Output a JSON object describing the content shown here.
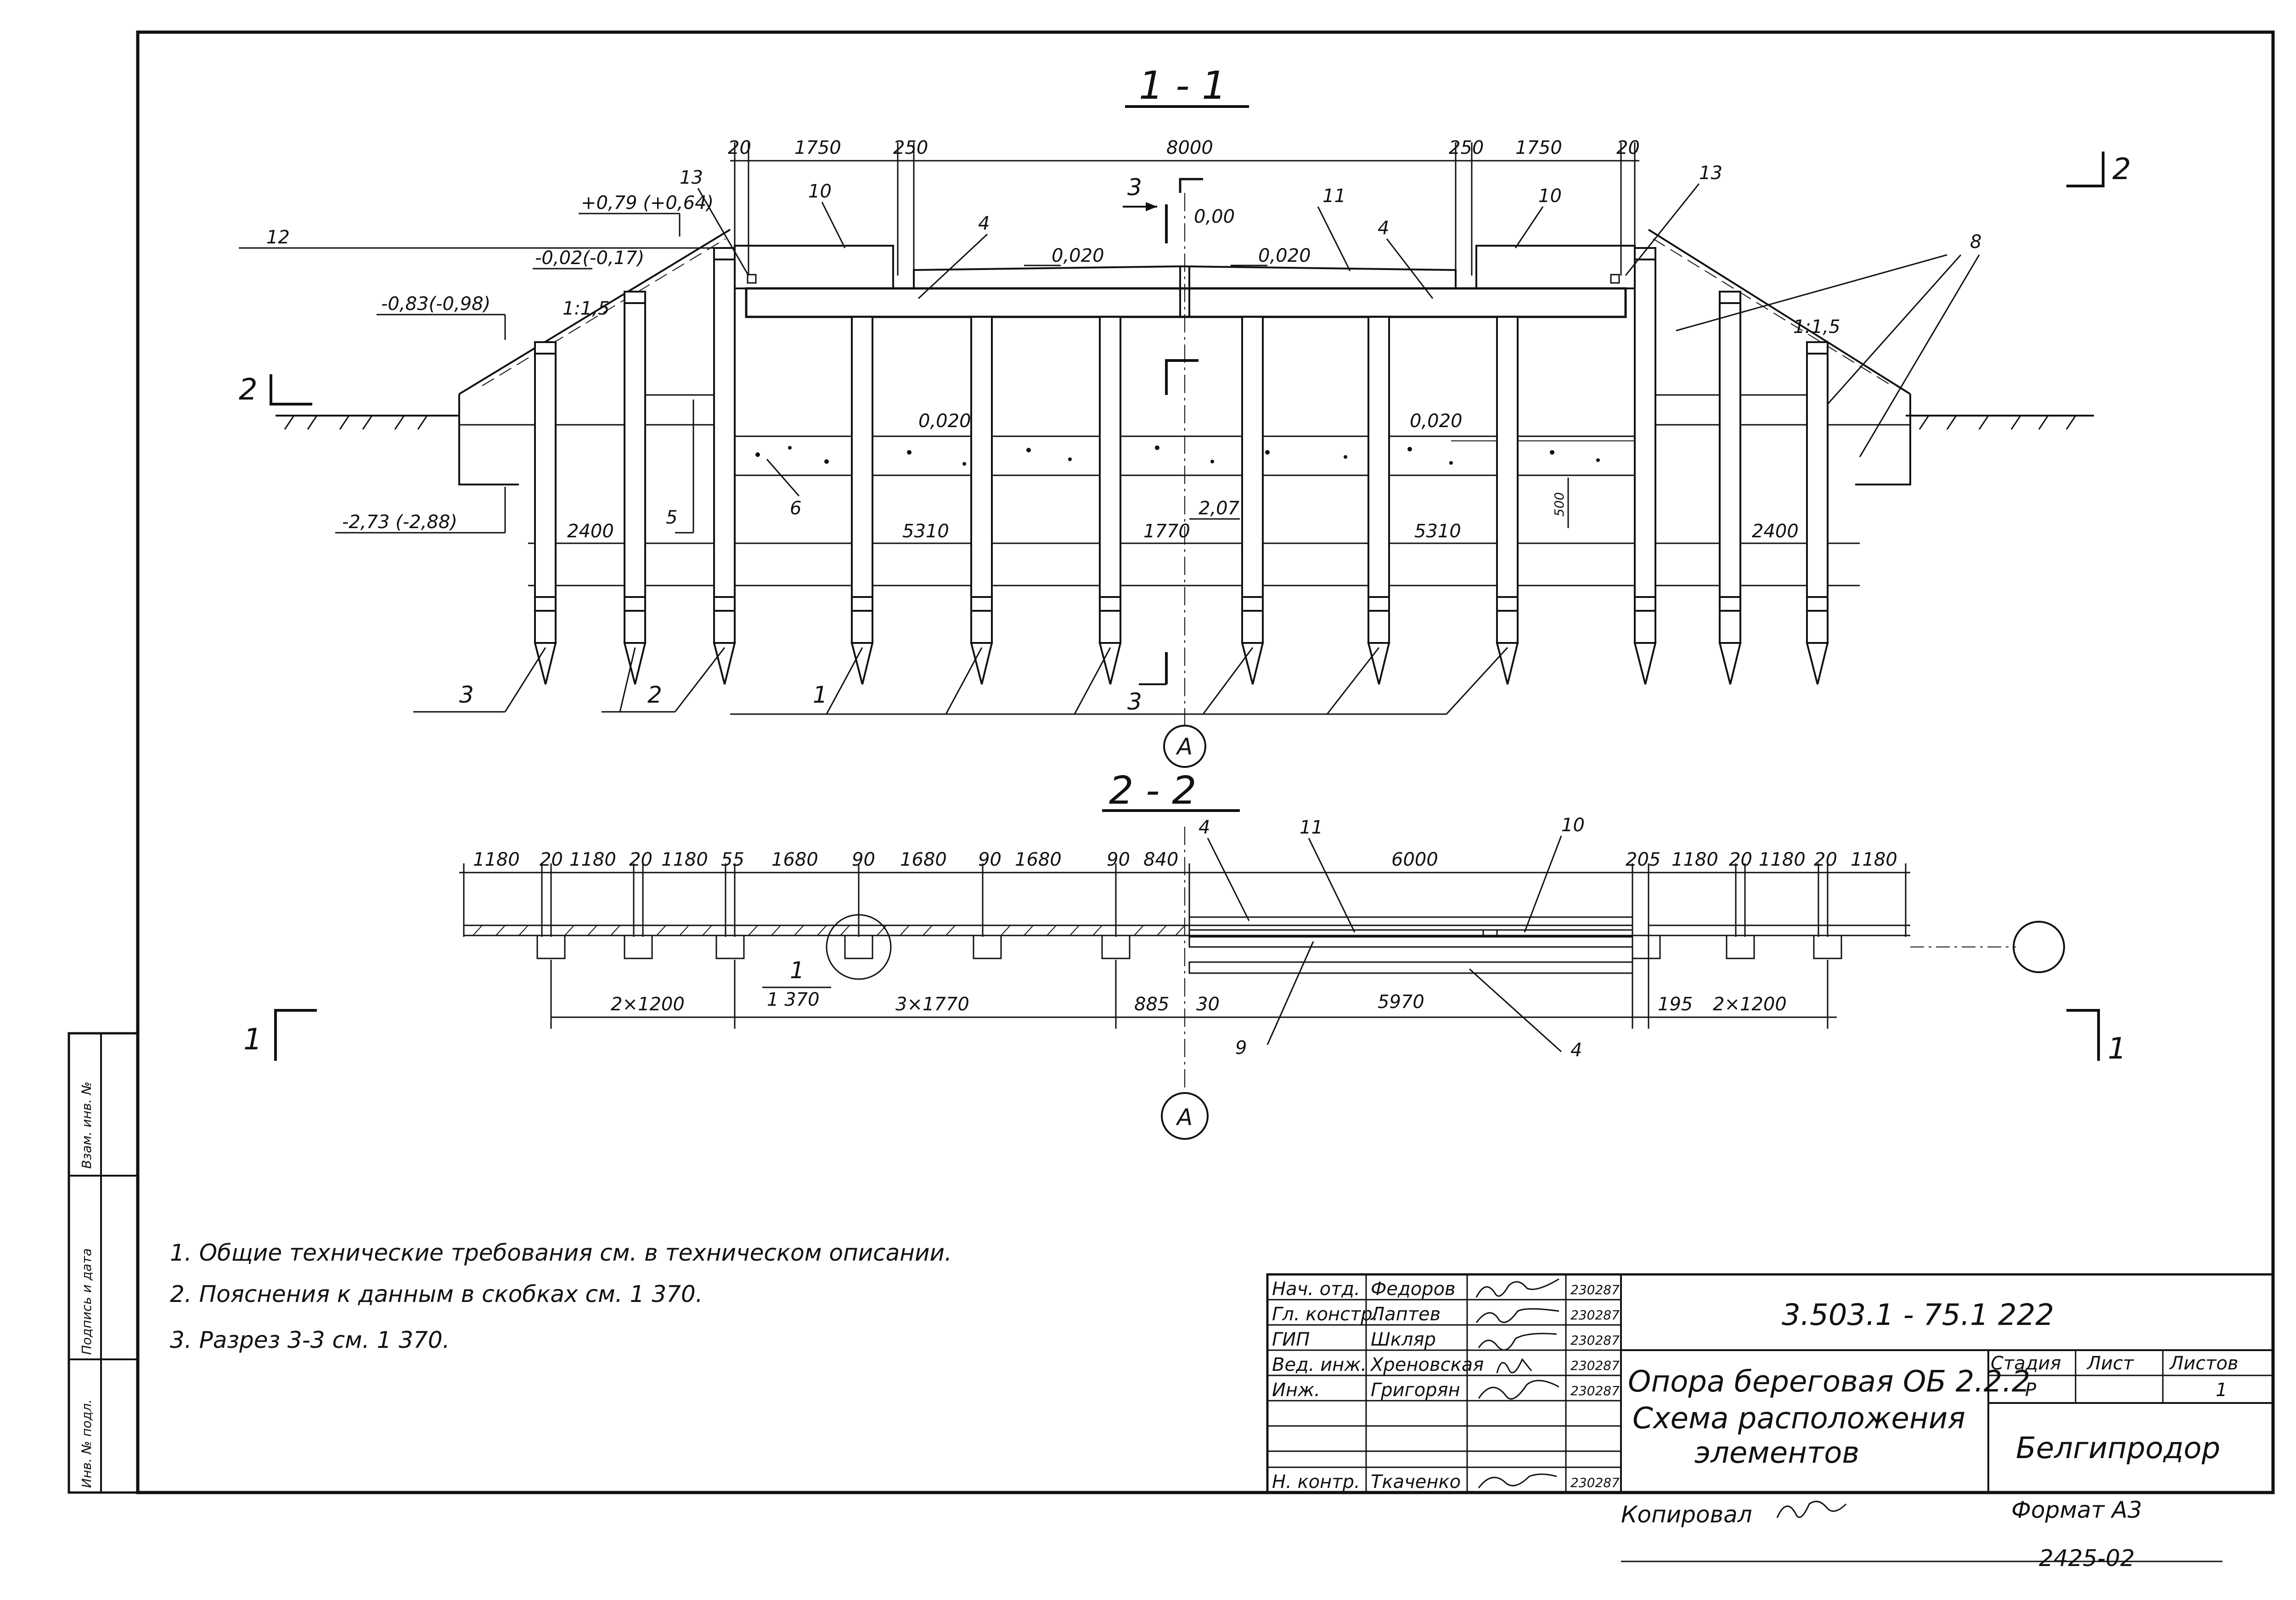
{
  "section_1": {
    "title": "1 - 1",
    "top_dims": [
      "20",
      "1750",
      "250",
      "8000",
      "250",
      "1750",
      "20"
    ],
    "elev_079": "+0,79 (+0,64)",
    "elev_002": "-0,02(-0,17)",
    "elev_083": "-0,83(-0,98)",
    "elev_273": "-2,73 (-2,88)",
    "elev_000": "0,00",
    "elev_207": "2,07",
    "slope_left": "1:1,5",
    "slope_right": "1:1,5",
    "slope_020": "0,020",
    "span_dims": [
      "2400",
      "5310",
      "1770",
      "5310",
      "2400"
    ],
    "dim_500": "500",
    "section_2_marker": "2",
    "section_3_marker": "3",
    "labels_upper": [
      "13",
      "10",
      "4",
      "11",
      "4",
      "10",
      "13",
      "12",
      "8"
    ],
    "labels_mid": [
      "5",
      "6"
    ],
    "labels_lower": [
      "3",
      "2",
      "1"
    ]
  },
  "section_2": {
    "title": "2 - 2",
    "top_dims": [
      "1180",
      "20",
      "1180",
      "20",
      "1180",
      "55",
      "1680",
      "90",
      "1680",
      "90",
      "1680",
      "90",
      "840",
      "6000",
      "205",
      "1180",
      "20",
      "1180",
      "20",
      "1180"
    ],
    "bottom_dims": [
      "2×1200",
      "3×1770",
      "885",
      "30",
      "5970",
      "195",
      "2×1200"
    ],
    "callout_1": "1",
    "callout_ref": "1 370",
    "labels": [
      "4",
      "11",
      "10",
      "9",
      "4"
    ],
    "section_1_marker": "1",
    "axis_label": "A"
  },
  "notes": [
    "1. Общие технические требования см. в техническом описании.",
    "2. Пояснения к данным в скобках см. 1 370.",
    "3. Разрез 3-3 см. 1 370."
  ],
  "side_strip": [
    "Инв. № подл.",
    "Подпись и дата",
    "Взам. инв. №"
  ],
  "title_block": {
    "doc_code": "3.503.1 - 75.1  222",
    "roles": [
      "Нач. отд.",
      "Гл. констр.",
      "ГИП",
      "Вед. инж.",
      "Инж.",
      "",
      "",
      "Н. контр."
    ],
    "names": [
      "Федоров",
      "Лаптев",
      "Шкляр",
      "Хреновская",
      "Григорян",
      "",
      "",
      "Ткаченко"
    ],
    "dates": [
      "230287",
      "230287",
      "230287",
      "230287",
      "230287",
      "",
      "",
      "230287"
    ],
    "title_line1": "Опора береговая ОБ 2.2.2",
    "title_line2": "Схема расположения",
    "title_line3": "элементов",
    "stage_header": "Стадия",
    "sheet_header": "Лист",
    "sheets_header": "Листов",
    "stage": "Р",
    "sheet": "",
    "sheets": "1",
    "org": "Белгипродор"
  },
  "footer": {
    "copied": "Копировал",
    "format": "Формат А3",
    "number": "2425-02"
  }
}
